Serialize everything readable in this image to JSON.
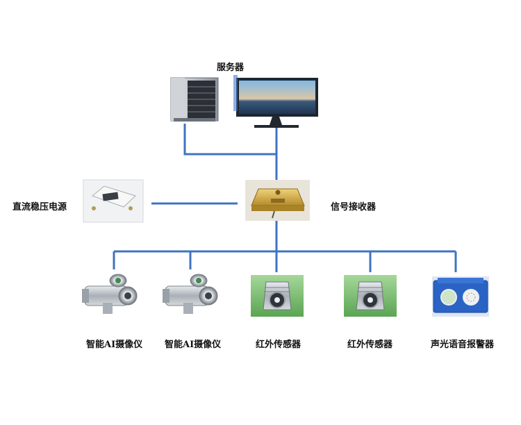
{
  "colors": {
    "line": "#3f73c2",
    "background": "#ffffff",
    "gold": "#d9b64a",
    "steel": "#b9bec4",
    "green_bg": "#7fbf6e",
    "blue_box": "#2a63c4"
  },
  "nodes": {
    "server": {
      "label": "服务器",
      "icon": "server-tower-and-monitor-icon"
    },
    "receiver": {
      "label": "信号接收器",
      "icon": "signal-receiver-box-icon"
    },
    "power_supply": {
      "label": "直流稳压电源",
      "icon": "dc-power-supply-icon"
    },
    "devices": [
      {
        "label": "智能AI摄像仪",
        "icon": "ai-camera-icon"
      },
      {
        "label": "智能AI摄像仪",
        "icon": "ai-camera-icon"
      },
      {
        "label": "红外传感器",
        "icon": "infrared-sensor-icon"
      },
      {
        "label": "红外传感器",
        "icon": "infrared-sensor-icon"
      },
      {
        "label": "声光语音报警器",
        "icon": "audible-visual-alarm-icon"
      }
    ]
  }
}
